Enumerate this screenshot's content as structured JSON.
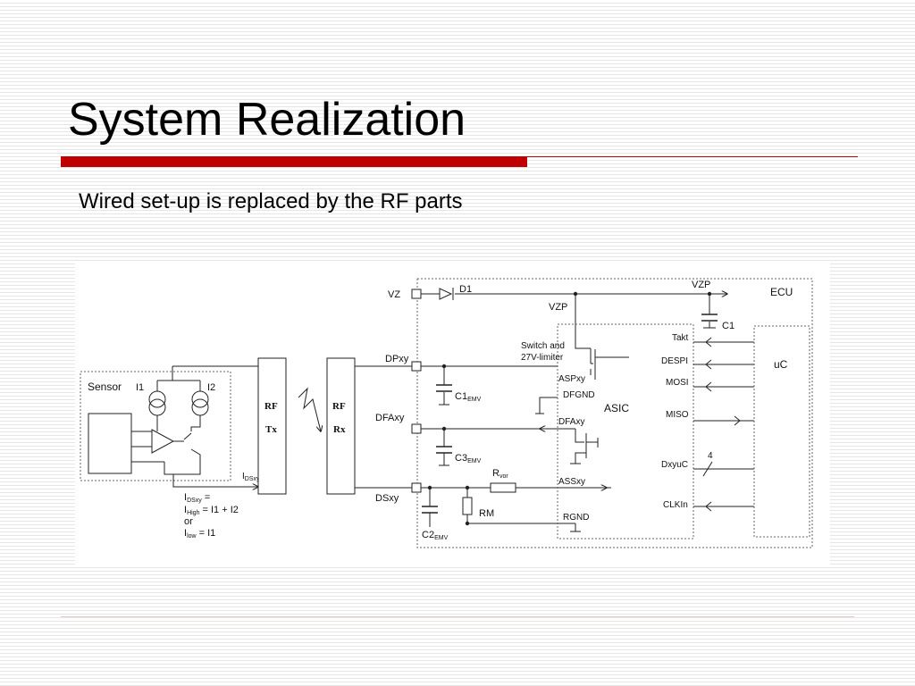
{
  "slide": {
    "title": "System Realization",
    "subtitle": "Wired set-up is replaced by the RF parts"
  },
  "diagram": {
    "sensor": {
      "label": "Sensor",
      "i1": "I1",
      "i2": "I2",
      "current_label": "I",
      "current_sub": "DSxy"
    },
    "formula": {
      "line1_i": "I",
      "line1_sub": "DSxy",
      "line1_rest": " =",
      "line2_i": "I",
      "line2_sub": "High",
      "line2_rest": " = I1 + I2",
      "line3": "or",
      "line4_i": "I",
      "line4_sub": "low",
      "line4_rest": " = I1"
    },
    "rf_tx": {
      "top": "RF",
      "bottom": "Tx"
    },
    "rf_rx": {
      "top": "RF",
      "bottom": "Rx"
    },
    "pins": {
      "vz": "VZ",
      "dpxy": "DPxy",
      "dfaxy": "DFAxy",
      "dsxy": "DSxy"
    },
    "components": {
      "d1": "D1",
      "vzp_top": "VZP",
      "vzp": "VZP",
      "c1": "C1",
      "c1emv": "C1",
      "c1emv_sub": "EMV",
      "c3emv": "C3",
      "c3emv_sub": "EMV",
      "c2emv": "C2",
      "c2emv_sub": "EMV",
      "rvor": "R",
      "rvor_sub": "vor",
      "rm": "RM",
      "switch1": "Switch and",
      "switch2": "27V-limiter"
    },
    "asic": {
      "label": "ASIC",
      "aspxy": "ASPxy",
      "dfgnd": "DFGND",
      "dfaxy": "DFAxy",
      "assxy": "ASSxy",
      "rgnd": "RGND",
      "takt": "Takt",
      "despi": "DESPI",
      "mosi": "MOSI",
      "miso": "MISO",
      "dxyuc": "DxyuC",
      "clkin": "CLKIn",
      "bus_width": "4"
    },
    "ecu": {
      "label": "ECU",
      "uc": "uC"
    }
  }
}
